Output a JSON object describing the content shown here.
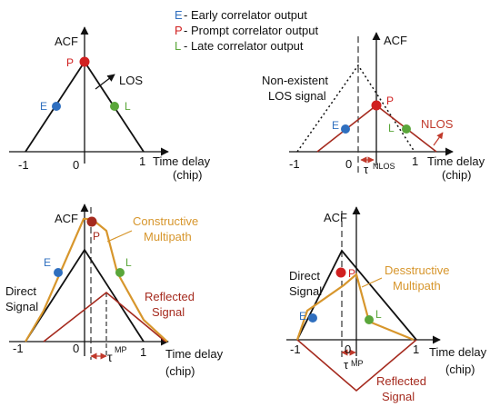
{
  "legend": {
    "early": {
      "letter": "E",
      "text": " - Early correlator output",
      "color": "#2f6fbf"
    },
    "prompt": {
      "letter": "P",
      "text": " - Prompt correlator output",
      "color": "#d02020"
    },
    "late": {
      "letter": "L",
      "text": " - Late correlator output",
      "color": "#5aa63a"
    }
  },
  "colors": {
    "axis": "#111111",
    "direct": "#111111",
    "reflected": "#a52a1e",
    "composite": "#d7962c",
    "nlos_arrow": "#c0392b"
  },
  "panel_tl": {
    "y_axis": "ACF",
    "x_axis_1": "Time delay",
    "x_axis_2": "(chip)",
    "tick_neg1": "-1",
    "tick_0": "0",
    "tick_1": "1",
    "point_e": "E",
    "point_p": "P",
    "point_l": "L",
    "curve_label": "LOS"
  },
  "panel_tr": {
    "y_axis": "ACF",
    "x_axis_1": "Time delay",
    "x_axis_2": "(chip)",
    "tick_neg1": "-1",
    "tick_0": "0",
    "tick_1": "1",
    "point_e": "E",
    "point_p": "P",
    "point_l": "L",
    "ghost_label_1": "Non-existent",
    "ghost_label_2": "LOS signal",
    "curve_label": "NLOS",
    "tau_symbol": "τ",
    "tau_sub": "NLOS"
  },
  "panel_bl": {
    "y_axis": "ACF",
    "x_axis_1": "Time delay",
    "x_axis_2": "(chip)",
    "tick_neg1": "-1",
    "tick_0": "0",
    "tick_1": "1",
    "point_e": "E",
    "point_p": "P",
    "point_l": "L",
    "composite_label_1": "Constructive",
    "composite_label_2": "Multipath",
    "direct_label_1": "Direct",
    "direct_label_2": "Signal",
    "reflected_label_1": "Reflected",
    "reflected_label_2": "Signal",
    "tau_symbol": "τ",
    "tau_sup": "MP"
  },
  "panel_br": {
    "y_axis": "ACF",
    "x_axis_1": "Time delay",
    "x_axis_2": "(chip)",
    "tick_neg1": "-1",
    "tick_0": "0",
    "tick_1": "1",
    "point_e": "E",
    "point_p": "P",
    "point_l": "L",
    "composite_label_1": "Desstructive",
    "composite_label_2": "Multipath",
    "direct_label_1": "Direct",
    "direct_label_2": "Signal",
    "reflected_label_1": "Reflected",
    "reflected_label_2": "Signal",
    "tau_symbol": "τ",
    "tau_sup": "MP"
  }
}
